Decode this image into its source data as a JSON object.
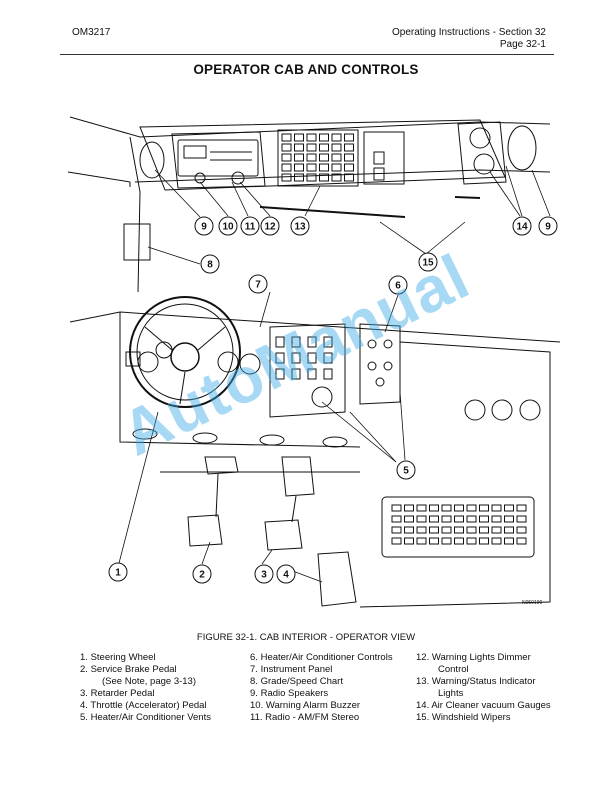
{
  "header": {
    "doc_id": "OM3217",
    "section": "Operating Instructions - Section 32",
    "page": "Page 32-1"
  },
  "title": "OPERATOR CAB AND CONTROLS",
  "figure": {
    "callouts": [
      "1",
      "2",
      "3",
      "4",
      "5",
      "6",
      "7",
      "8",
      "9",
      "10",
      "11",
      "12",
      "13",
      "14",
      "15"
    ],
    "code": "N050190",
    "caption": "FIGURE 32-1. CAB INTERIOR - OPERATOR VIEW"
  },
  "legend": [
    {
      "num": "1.",
      "text": "Steering Wheel"
    },
    {
      "num": "2.",
      "text": "Service Brake Pedal",
      "extra": "(See Note, page 3-13)"
    },
    {
      "num": "3.",
      "text": "Retarder Pedal"
    },
    {
      "num": "4.",
      "text": "Throttle (Accelerator) Pedal"
    },
    {
      "num": "5.",
      "text": "Heater/Air Conditioner Vents"
    },
    {
      "num": "6.",
      "text": "Heater/Air Conditioner Controls"
    },
    {
      "num": "7.",
      "text": "Instrument Panel"
    },
    {
      "num": "8.",
      "text": "Grade/Speed Chart"
    },
    {
      "num": "9.",
      "text": "Radio Speakers"
    },
    {
      "num": "10.",
      "text": "Warning Alarm Buzzer"
    },
    {
      "num": "11.",
      "text": "Radio - AM/FM Stereo"
    },
    {
      "num": "12.",
      "text": "Warning Lights Dimmer",
      "extra": "Control"
    },
    {
      "num": "13.",
      "text": "Warning/Status Indicator",
      "extra": "Lights"
    },
    {
      "num": "14.",
      "text": "Air Cleaner vacuum Gauges"
    },
    {
      "num": "15.",
      "text": "Windshield Wipers"
    }
  ],
  "watermark": "AutoManual"
}
